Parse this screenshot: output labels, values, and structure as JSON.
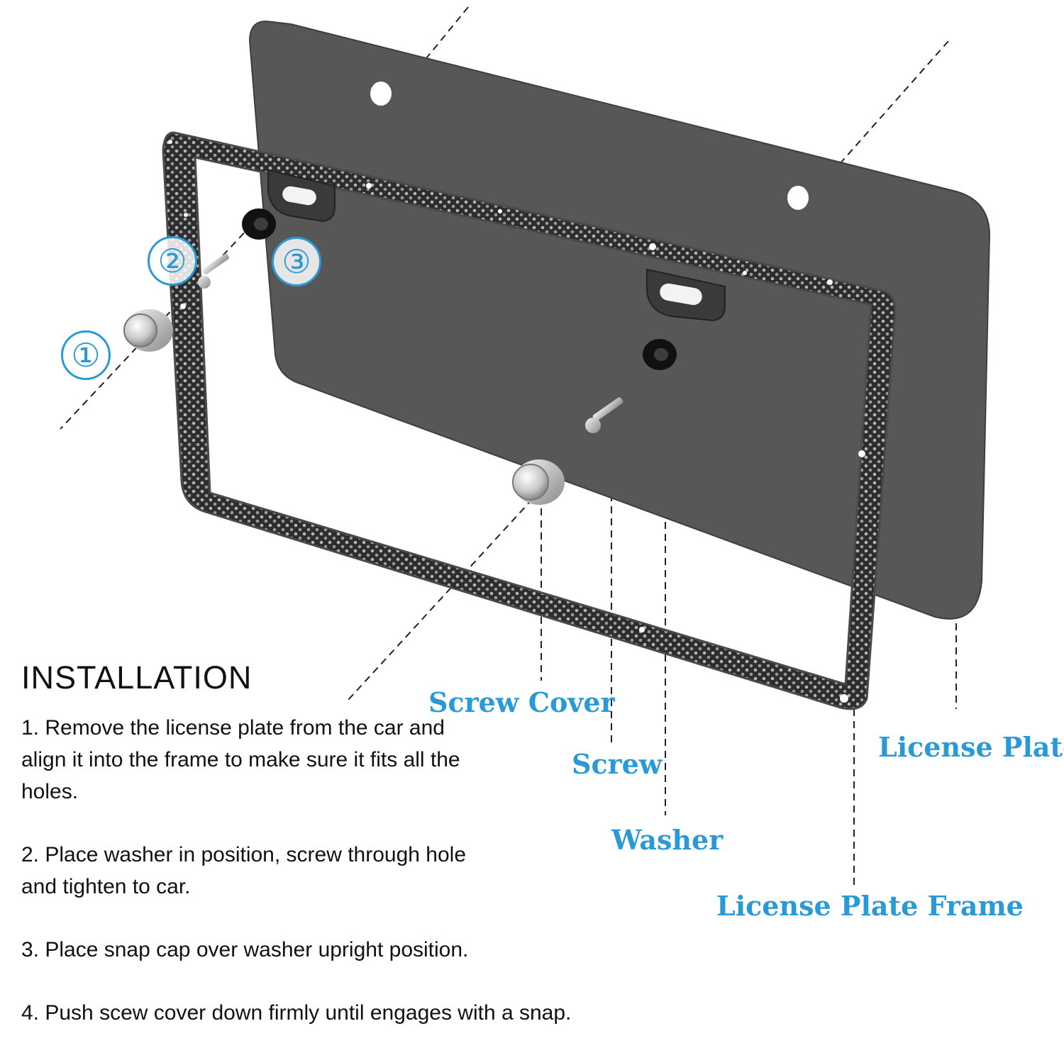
{
  "heading": "INSTALLATION",
  "steps": [
    "1. Remove the license plate from the car and align it into the frame to make sure it fits all the holes.",
    "2. Place washer in position, screw through hole and tighten to car.",
    "3. Place snap cap over washer upright position.",
    "4. Push scew cover down firmly until engages with a snap."
  ],
  "step_numbers": [
    "①",
    "②",
    "③"
  ],
  "callouts": {
    "screw_cover": "Screw Cover",
    "screw": "Screw",
    "washer": "Washer",
    "license_plate": "License Plate",
    "license_plate_frame": "License Plate Frame"
  },
  "colors": {
    "callout_blue": "#2a9ad6",
    "plate_gray": "#585858",
    "frame_dark": "#3a3a3a",
    "text": "#111111"
  },
  "parts": [
    "license-plate",
    "license-plate-frame",
    "washer",
    "screw",
    "screw-cover"
  ]
}
